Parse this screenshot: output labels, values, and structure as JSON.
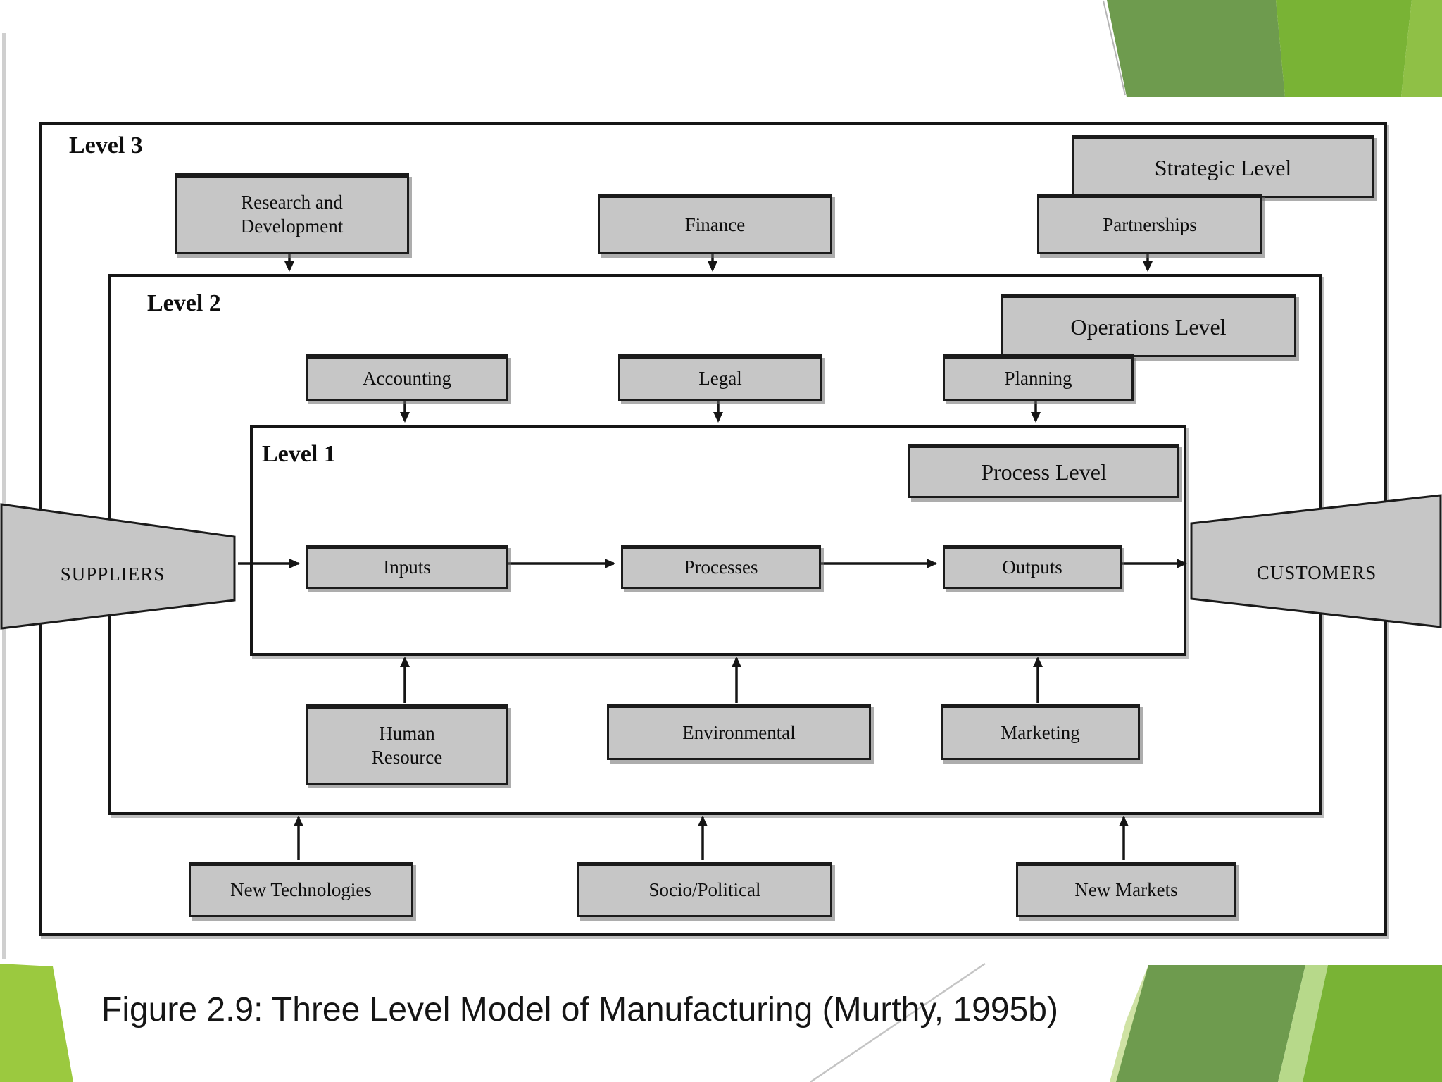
{
  "colors": {
    "green_dark": "#6e9b4e",
    "green_bright": "#79b335",
    "green_light": "#8fc046",
    "green_lime": "#9bc93f",
    "green_pale": "#cfe2a4",
    "green_sliver": "#b7d98a",
    "box_fill": "#c6c6c6",
    "line_black": "#151515",
    "stripe_gray": "#cfcfcf",
    "diag_line_gray": "#c4c4c4"
  },
  "caption": "Figure 2.9: Three Level Model of Manufacturing (Murthy, 1995b)",
  "levels": {
    "level3": {
      "label": "Level 3",
      "tier": "Strategic Level"
    },
    "level2": {
      "label": "Level 2",
      "tier": "Operations Level"
    },
    "level1": {
      "label": "Level 1",
      "tier": "Process Level"
    }
  },
  "boxes": {
    "rnd": "Research and\nDevelopment",
    "finance": "Finance",
    "partnerships": "Partnerships",
    "accounting": "Accounting",
    "legal": "Legal",
    "planning": "Planning",
    "inputs": "Inputs",
    "processes": "Processes",
    "outputs": "Outputs",
    "human_resource": "Human\nResource",
    "environmental": "Environmental",
    "marketing": "Marketing",
    "new_technologies": "New Technologies",
    "socio_political": "Socio/Political",
    "new_markets": "New Markets"
  },
  "endpoints": {
    "suppliers": "SUPPLIERS",
    "customers": "CUSTOMERS"
  }
}
